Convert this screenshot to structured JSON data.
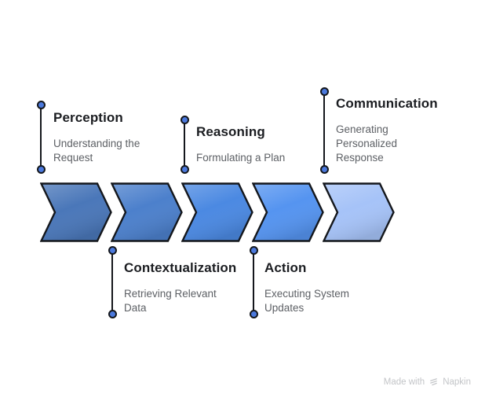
{
  "diagram": {
    "type": "process-flow-chevrons",
    "stages": [
      {
        "title": "Perception",
        "subtitle": "Understanding the Request",
        "color": "#4a77b9",
        "label_position": "top"
      },
      {
        "title": "Contextualization",
        "subtitle": "Retrieving Relevant Data",
        "color": "#4c80cc",
        "label_position": "bottom"
      },
      {
        "title": "Reasoning",
        "subtitle": "Formulating a Plan",
        "color": "#4b89e2",
        "label_position": "top"
      },
      {
        "title": "Action",
        "subtitle": "Executing System Updates",
        "color": "#5594f0",
        "label_position": "bottom"
      },
      {
        "title": "Communication",
        "subtitle": "Generating Personalized Response",
        "color": "#a6c3f8",
        "label_position": "top"
      }
    ],
    "colors": {
      "outline": "#14171c",
      "connector_line": "#14171c",
      "connector_dot_fill": "#4b79dd",
      "title_text": "#1b1d21",
      "subtitle_text": "#5d6065",
      "background": "#ffffff"
    }
  },
  "watermark": {
    "prefix": "Made with",
    "brand": "Napkin"
  }
}
